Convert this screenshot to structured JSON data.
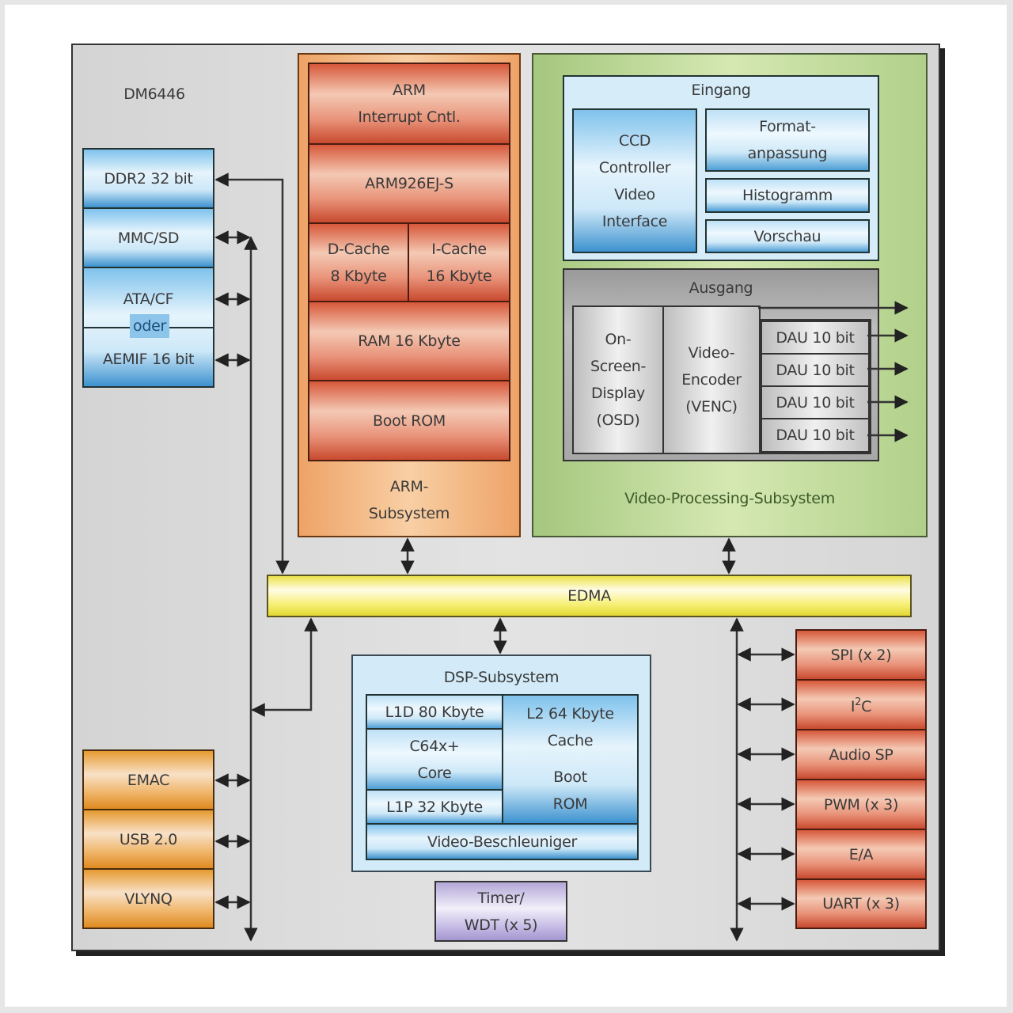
{
  "chip": {
    "name": "DM6446"
  },
  "memory_interfaces": [
    {
      "label": "DDR2 32 bit"
    },
    {
      "label": "MMC/SD"
    },
    {
      "label": "ATA/CF"
    },
    {
      "label": "AEMIF 16 bit"
    }
  ],
  "memory_separator": "oder",
  "network_interfaces": [
    {
      "label": "EMAC"
    },
    {
      "label": "USB 2.0"
    },
    {
      "label": "VLYNQ"
    }
  ],
  "arm_subsystem": {
    "title_line1": "ARM-",
    "title_line2": "Subsystem",
    "blocks": {
      "interrupt_line1": "ARM",
      "interrupt_line2": "Interrupt Cntl.",
      "core": "ARM926EJ-S",
      "dcache_line1": "D-Cache",
      "dcache_line2": "8 Kbyte",
      "icache_line1": "I-Cache",
      "icache_line2": "16 Kbyte",
      "ram": "RAM 16 Kbyte",
      "boot_rom": "Boot ROM"
    }
  },
  "video_subsystem": {
    "title": "Video-Processing-Subsystem",
    "input": {
      "title": "Eingang",
      "ccd_lines": [
        "CCD",
        "Controller",
        "Video",
        "Interface"
      ],
      "format_line1": "Format-",
      "format_line2": "anpassung",
      "histogram": "Histogramm",
      "preview": "Vorschau"
    },
    "output": {
      "title": "Ausgang",
      "osd_lines": [
        "On-",
        "Screen-",
        "Display",
        "(OSD)"
      ],
      "venc_lines": [
        "Video-",
        "Encoder",
        "(VENC)"
      ],
      "dacs": [
        "DAU 10 bit",
        "DAU 10 bit",
        "DAU 10 bit",
        "DAU 10 bit"
      ]
    }
  },
  "edma": {
    "label": "EDMA"
  },
  "dsp_subsystem": {
    "title": "DSP-Subsystem",
    "l1d": "L1D 80 Kbyte",
    "core_line1": "C64x+",
    "core_line2": "Core",
    "l1p": "L1P 32 Kbyte",
    "l2_line1": "L2 64 Kbyte",
    "l2_line2": "Cache",
    "boot_line1": "Boot",
    "boot_line2": "ROM",
    "accelerator": "Video-Beschleuniger"
  },
  "timer": {
    "line1": "Timer/",
    "line2": "WDT (x 5)"
  },
  "peripherals": [
    {
      "label": "SPI (x 2)"
    },
    {
      "label": "I2C",
      "base": "I",
      "sup": "2",
      "suffix": "C"
    },
    {
      "label": "Audio SP"
    },
    {
      "label": "PWM (x 3)"
    },
    {
      "label": "E/A"
    },
    {
      "label": "UART (x 3)"
    }
  ],
  "colors": {
    "chip_bg": "#dcdcdc",
    "arm_subsystem_bg": "#f2b27c",
    "video_subsystem_bg": "#b7d48f",
    "edma_bg": "#f3ee6a",
    "timer_bg": "#c9bfe0",
    "dsp_bg": "#d3ebf8"
  }
}
